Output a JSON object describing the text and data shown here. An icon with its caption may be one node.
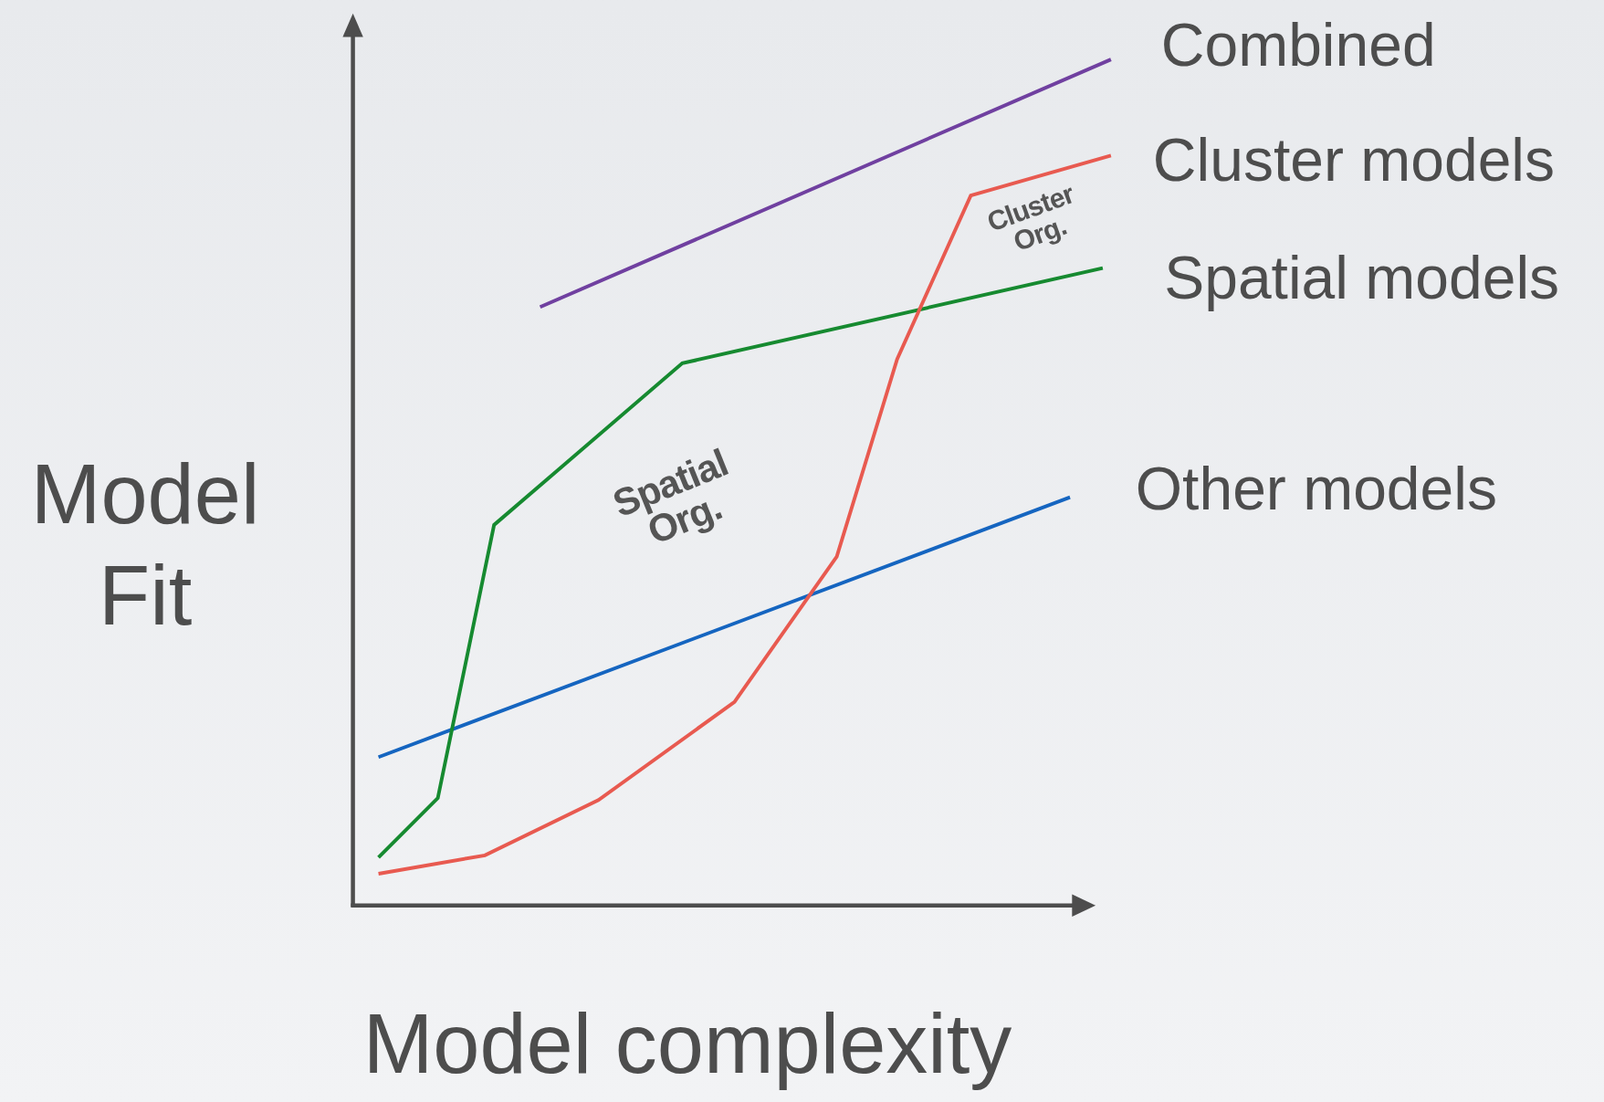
{
  "diagram": {
    "labels": [
      "Combined",
      "Cluster models",
      "Cluster Org.",
      "Spatial models",
      "Model Fit",
      "Spatial Org.",
      "Other models",
      "Model complexity"
    ]
  }
}
